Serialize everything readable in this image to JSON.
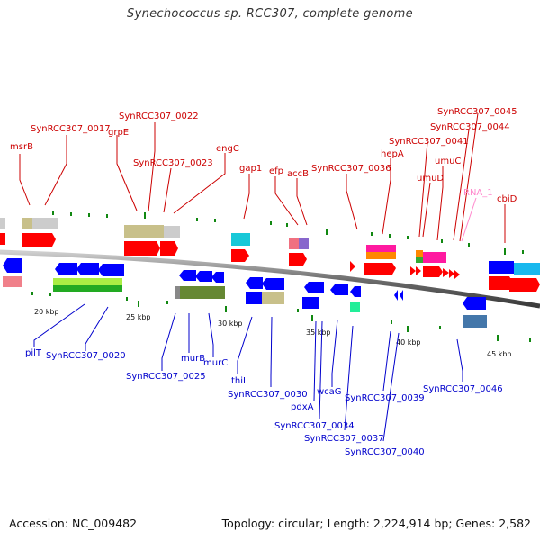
{
  "title": "Synechococcus sp. RCC307, complete genome",
  "footer": {
    "accession": "Accession: NC_009482",
    "summary": "Topology: circular; Length: 2,224,914 bp; Genes: 2,582"
  },
  "colors": {
    "forward": "#ff0000",
    "reverse": "#0000ff",
    "rna": "#ff88cc",
    "backbone": "#777777"
  },
  "kbp_ticks": [
    "20 kbp",
    "25 kbp",
    "30 kbp",
    "35 kbp",
    "40 kbp",
    "45 kbp"
  ],
  "top_labels": [
    "msrB",
    "SynRCC307_0017",
    "grpE",
    "SynRCC307_0022",
    "SynRCC307_0023",
    "engC",
    "gap1",
    "efp",
    "accB",
    "SynRCC307_0036",
    "hepA",
    "SynRCC307_0041",
    "umuD",
    "umuC",
    "SynRCC307_0044",
    "SynRCC307_0045",
    "RNA_1",
    "cbiD"
  ],
  "bottom_labels": [
    "pilT",
    "SynRCC307_0020",
    "SynRCC307_0025",
    "murB",
    "murC",
    "thiL",
    "SynRCC307_0030",
    "pdxA",
    "wcaG",
    "SynRCC307_0034",
    "SynRCC307_0037",
    "SynRCC307_0039",
    "SynRCC307_0040",
    "SynRCC307_0046"
  ]
}
